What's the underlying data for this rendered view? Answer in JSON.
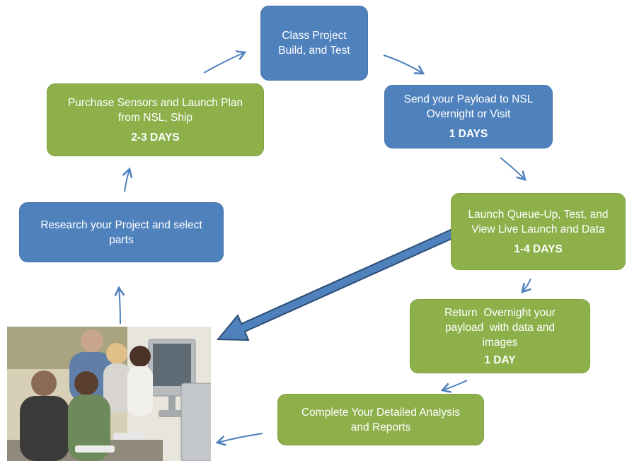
{
  "steps": {
    "build": {
      "lines": [
        "Class Project",
        "Build, and Test"
      ],
      "color": "#4f81bd"
    },
    "send": {
      "lines": [
        "Send your Payload to NSL",
        "Overnight or Visit"
      ],
      "duration": "1 DAYS",
      "color": "#4f81bd"
    },
    "launch": {
      "lines": [
        "Launch Queue-Up, Test, and",
        "View Live Launch and Data"
      ],
      "duration": "1-4 DAYS",
      "color": "#8db04a"
    },
    "return": {
      "lines": [
        "Return  Overnight your",
        "payload  with data and",
        "images"
      ],
      "duration": "1 DAY",
      "color": "#8db04a"
    },
    "analysis": {
      "lines": [
        "Complete Your Detailed Analysis",
        "and Reports"
      ],
      "color": "#8db04a"
    },
    "research": {
      "lines": [
        "Research your Project and select",
        "parts"
      ],
      "color": "#4f81bd"
    },
    "purchase": {
      "lines": [
        "Purchase Sensors and Launch Plan",
        "from NSL, Ship"
      ],
      "duration": "2-3 DAYS",
      "color": "#8db04a"
    }
  },
  "photo": {
    "subject": "students-at-computers-photo"
  },
  "colors": {
    "arrow": "#4f81bd",
    "big_arrow_fill": "#4f81bd",
    "big_arrow_stroke": "#2c4d75"
  }
}
